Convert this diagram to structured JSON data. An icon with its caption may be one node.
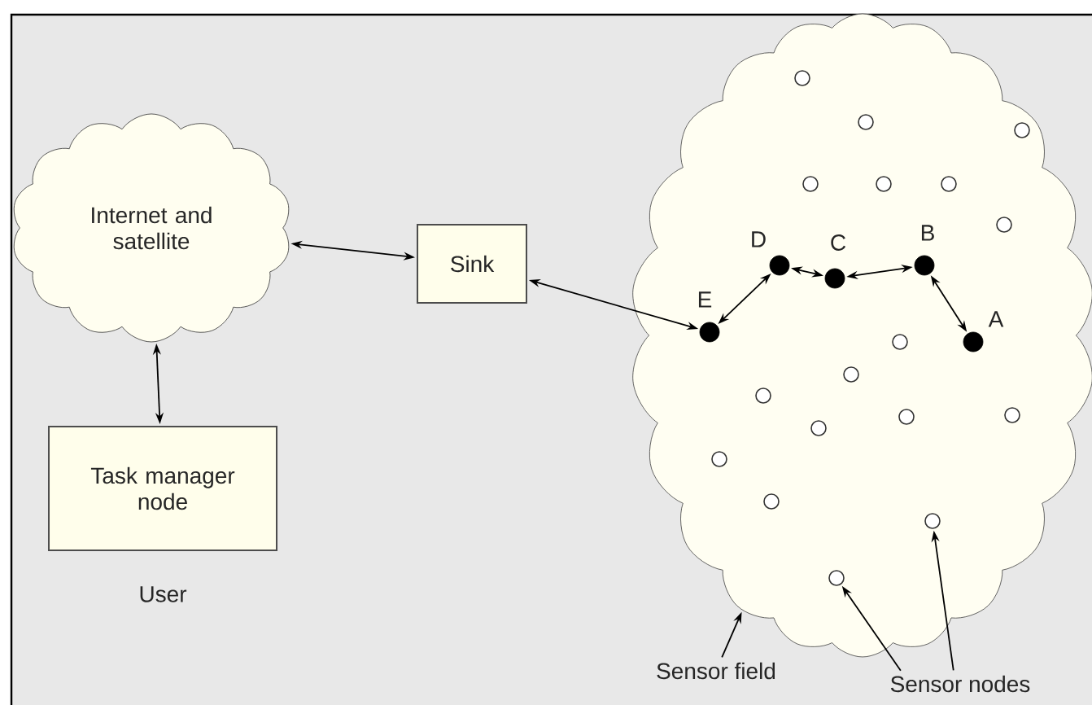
{
  "diagram": {
    "nodes": [
      {
        "text": [
          "Internet and satellite"
        ]
      },
      {
        "text": [
          "Task manager node"
        ],
        "beside": [
          "User"
        ]
      },
      {
        "text": [
          "Sink"
        ]
      },
      {
        "text": [],
        "shape": "cloud"
      },
      {
        "text": [],
        "shape": "circle",
        "in": 3
      },
      {
        "text": [],
        "shape": "circle",
        "in": 3
      },
      {
        "text": [],
        "shape": "circle",
        "in": 3
      },
      {
        "text": [],
        "shape": "circle",
        "in": 3
      },
      {
        "text": [],
        "shape": "circle",
        "in": 3
      },
      {
        "text": [],
        "shape": "circle",
        "in": 3
      },
      {
        "text": [],
        "shape": "circle",
        "in": 3
      },
      {
        "text": [],
        "shape": "dot",
        "in": 3,
        "beside": [
          "D"
        ]
      },
      {
        "text": [],
        "shape": "dot",
        "in": 3,
        "beside": [
          "B"
        ]
      },
      {
        "text": [],
        "shape": "dot",
        "in": 3,
        "beside": [
          "C"
        ]
      },
      {
        "text": [],
        "shape": "dot",
        "in": 3,
        "beside": [
          "E"
        ]
      },
      {
        "text": [],
        "shape": "circle",
        "in": 3
      },
      {
        "text": [],
        "shape": "dot",
        "in": 3,
        "beside": [
          "A"
        ]
      },
      {
        "text": [],
        "shape": "circle",
        "in": 3
      },
      {
        "text": [],
        "shape": "circle",
        "in": 3
      },
      {
        "text": [],
        "shape": "circle",
        "in": 3
      },
      {
        "text": [],
        "shape": "circle",
        "in": 3
      },
      {
        "text": [],
        "shape": "circle",
        "in": 3
      },
      {
        "text": [],
        "shape": "circle",
        "in": 3
      },
      {
        "text": [],
        "shape": "circle",
        "in": 3
      },
      {
        "text": [],
        "shape": "circle",
        "in": 3
      },
      {
        "text": [],
        "shape": "circle",
        "in": 3
      },
      {
        "text": [
          "Sensor field"
        ]
      },
      {
        "text": [
          "Sensor nodes"
        ]
      }
    ],
    "edges": [
      {
        "from": 0,
        "to": 2,
        "arrow": "both"
      },
      {
        "from": 0,
        "to": 1,
        "arrow": "both"
      },
      {
        "from": 2,
        "to": 14,
        "arrow": "both"
      },
      {
        "from": 14,
        "to": 11,
        "arrow": "both"
      },
      {
        "from": 11,
        "to": 13,
        "arrow": "both"
      },
      {
        "from": 13,
        "to": 12,
        "arrow": "both"
      },
      {
        "from": 12,
        "to": 16,
        "arrow": "both"
      },
      {
        "from": 26,
        "to": 3,
        "arrow": "to"
      },
      {
        "from": 27,
        "to": 25,
        "arrow": "to"
      },
      {
        "from": 27,
        "to": 24,
        "arrow": "to"
      }
    ]
  }
}
